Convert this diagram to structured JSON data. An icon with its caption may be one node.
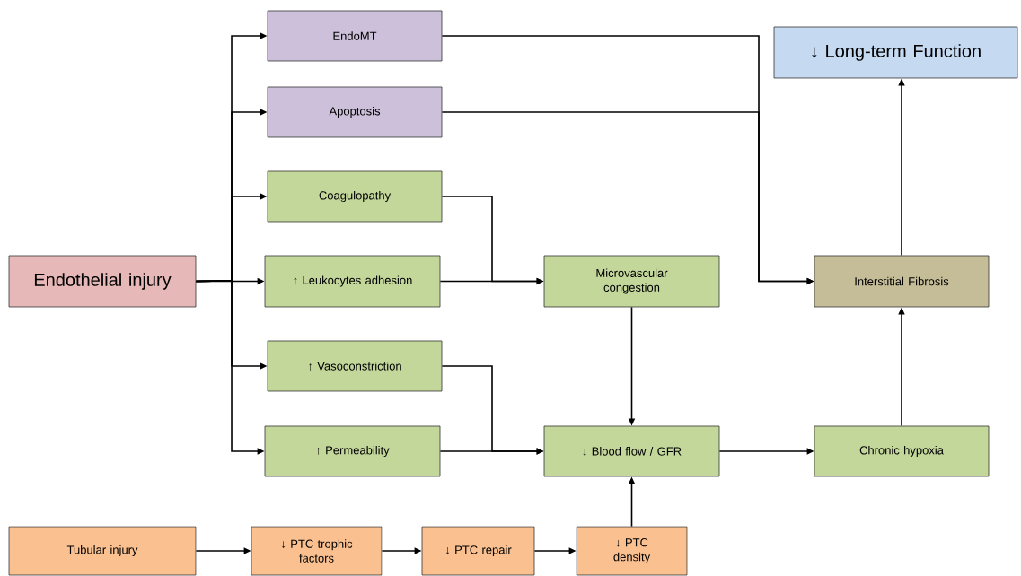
{
  "diagram": {
    "nodes": [
      {
        "text": [
          "Endothelial injury"
        ]
      },
      {
        "text": [
          "EndoMT"
        ]
      },
      {
        "text": [
          "Apoptosis"
        ]
      },
      {
        "text": [
          "Coagulopathy"
        ]
      },
      {
        "text": [
          "↑ Leukocytes adhesion"
        ]
      },
      {
        "text": [
          "↑ Vasoconstriction"
        ]
      },
      {
        "text": [
          "↑ Permeability"
        ]
      },
      {
        "text": [
          "Microvascular congestion"
        ]
      },
      {
        "text": [
          "↓ Blood flow / GFR"
        ]
      },
      {
        "text": [
          "↓ Long-term Function"
        ]
      },
      {
        "text": [
          "Interstitial Fibrosis"
        ]
      },
      {
        "text": [
          "Chronic hypoxia"
        ]
      },
      {
        "text": [
          "Tubular injury"
        ]
      },
      {
        "text": [
          "↓ PTC trophic factors"
        ]
      },
      {
        "text": [
          "↓ PTC repair"
        ]
      },
      {
        "text": [
          "↓ PTC density"
        ]
      }
    ],
    "edges": [
      {
        "from": 0,
        "to": 1,
        "arrow": "to"
      },
      {
        "from": 0,
        "to": 2,
        "arrow": "to"
      },
      {
        "from": 0,
        "to": 3,
        "arrow": "to"
      },
      {
        "from": 0,
        "to": 4,
        "arrow": "to"
      },
      {
        "from": 0,
        "to": 5,
        "arrow": "to"
      },
      {
        "from": 0,
        "to": 6,
        "arrow": "to"
      },
      {
        "from": 3,
        "to": 7,
        "arrow": "to"
      },
      {
        "from": 4,
        "to": 7,
        "arrow": "to"
      },
      {
        "from": 5,
        "to": 8,
        "arrow": "to"
      },
      {
        "from": 6,
        "to": 8,
        "arrow": "to"
      },
      {
        "from": 7,
        "to": 8,
        "arrow": "to"
      },
      {
        "from": 1,
        "to": 10,
        "arrow": "to"
      },
      {
        "from": 2,
        "to": 10,
        "arrow": "to"
      },
      {
        "from": 8,
        "to": 11,
        "arrow": "to"
      },
      {
        "from": 11,
        "to": 10,
        "arrow": "to"
      },
      {
        "from": 10,
        "to": 9,
        "arrow": "to"
      },
      {
        "from": 12,
        "to": 13,
        "arrow": "to"
      },
      {
        "from": 13,
        "to": 14,
        "arrow": "to"
      },
      {
        "from": 14,
        "to": 15,
        "arrow": "to"
      },
      {
        "from": 15,
        "to": 8,
        "arrow": "to"
      }
    ]
  }
}
